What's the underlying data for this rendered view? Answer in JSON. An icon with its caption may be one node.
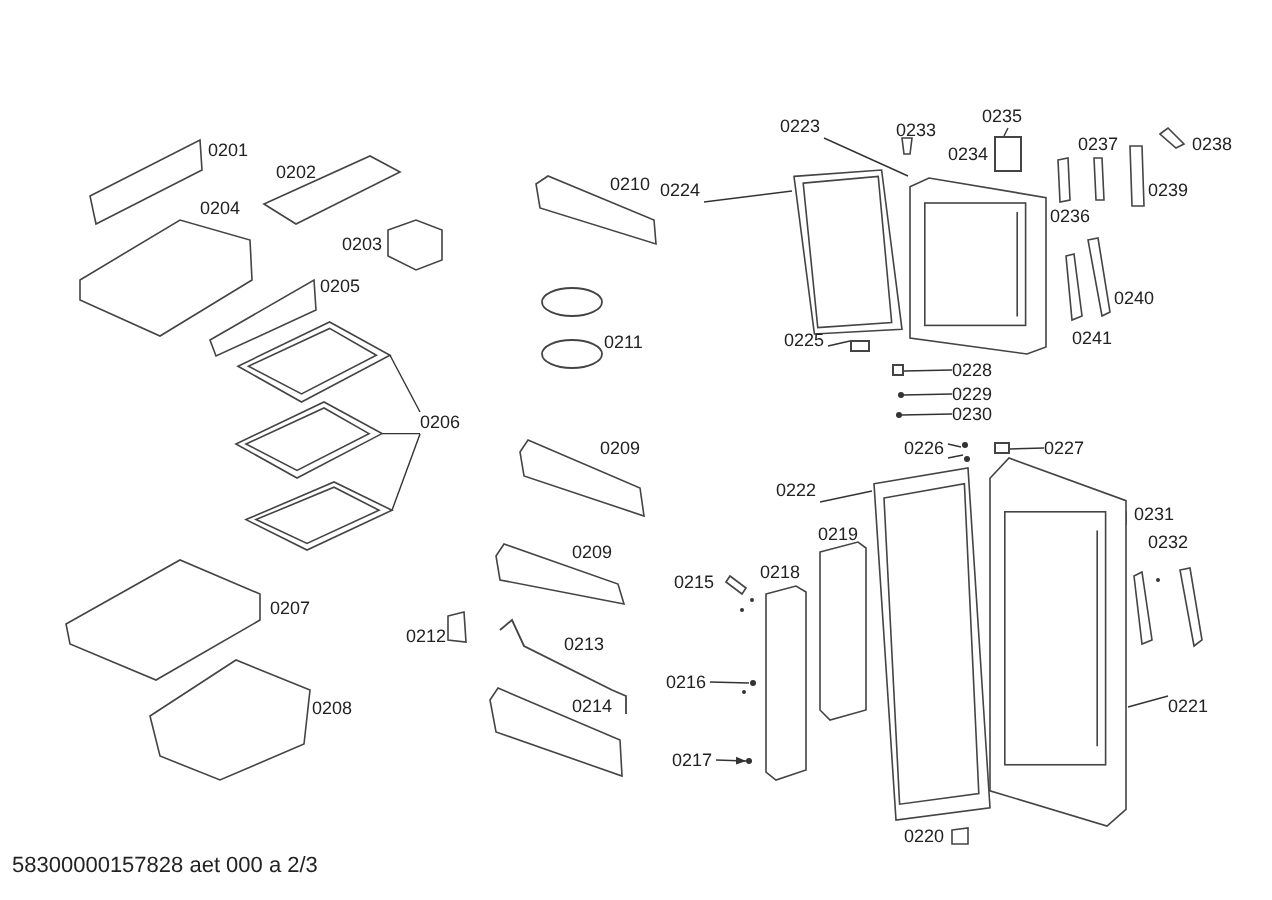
{
  "diagram": {
    "nodes": [
      {
        "text": [
          "0206"
        ]
      },
      {
        "text": [],
        "shape": "picture"
      },
      {
        "text": [],
        "shape": "picture"
      },
      {
        "text": [],
        "shape": "picture"
      },
      {
        "text": [
          "0224"
        ]
      },
      {
        "text": [],
        "shape": "picture"
      },
      {
        "text": [
          "0223"
        ]
      },
      {
        "text": [],
        "shape": "picture"
      },
      {
        "text": [
          "0235"
        ]
      },
      {
        "text": [],
        "shape": "box"
      },
      {
        "text": [
          "0225"
        ]
      },
      {
        "text": [],
        "shape": "box"
      },
      {
        "text": [
          "0228"
        ]
      },
      {
        "text": [],
        "shape": "box"
      },
      {
        "text": [
          "0229"
        ]
      },
      {
        "text": [
          "0230"
        ]
      },
      {
        "text": [
          "0216"
        ]
      },
      {
        "text": [
          "0217"
        ]
      },
      {
        "text": [
          "0222"
        ]
      },
      {
        "text": [],
        "shape": "picture"
      },
      {
        "text": [
          "0221"
        ]
      },
      {
        "text": [],
        "shape": "picture"
      },
      {
        "text": [
          "0226"
        ]
      },
      {
        "text": [
          "0227"
        ]
      },
      {
        "text": [],
        "shape": "box"
      },
      {
        "text": [],
        "shape": "circle"
      },
      {
        "text": [],
        "shape": "circle"
      },
      {
        "text": [],
        "shape": "circle"
      },
      {
        "text": [],
        "shape": "circle"
      },
      {
        "text": [],
        "shape": "circle"
      },
      {
        "text": [],
        "shape": "circle"
      }
    ],
    "edges": [
      {
        "from": 0,
        "to": 1,
        "arrow": "none"
      },
      {
        "from": 0,
        "to": 2,
        "arrow": "none"
      },
      {
        "from": 0,
        "to": 3,
        "arrow": "none"
      },
      {
        "from": 4,
        "to": 5,
        "arrow": "none"
      },
      {
        "from": 6,
        "to": 7,
        "arrow": "none"
      },
      {
        "from": 8,
        "to": 9,
        "arrow": "none"
      },
      {
        "from": 10,
        "to": 11,
        "arrow": "none"
      },
      {
        "from": 12,
        "to": 13,
        "arrow": "none"
      },
      {
        "from": 14,
        "to": 25,
        "arrow": "none"
      },
      {
        "from": 15,
        "to": 26,
        "arrow": "none"
      },
      {
        "from": 16,
        "to": 27,
        "arrow": "none"
      },
      {
        "from": 17,
        "to": 28,
        "arrow": "to"
      },
      {
        "from": 18,
        "to": 19,
        "arrow": "none"
      },
      {
        "from": 20,
        "to": 21,
        "arrow": "none"
      },
      {
        "from": 22,
        "to": 29,
        "arrow": "none"
      },
      {
        "from": 22,
        "to": 30,
        "arrow": "none"
      },
      {
        "from": 23,
        "to": 24,
        "arrow": "none"
      }
    ],
    "labels": [
      "0201",
      "0202",
      "0233",
      "0234",
      "0204",
      "0236",
      "0237",
      "0238",
      "0239",
      "0203",
      "0205",
      "0210",
      "0211",
      "0240",
      "0241",
      "0209",
      "0231",
      "0232",
      "0219",
      "0209",
      "0218",
      "0215",
      "0207",
      "0212",
      "0213",
      "0208",
      "0214",
      "0220",
      "58300000157828 aet 000 a 2/3"
    ]
  }
}
